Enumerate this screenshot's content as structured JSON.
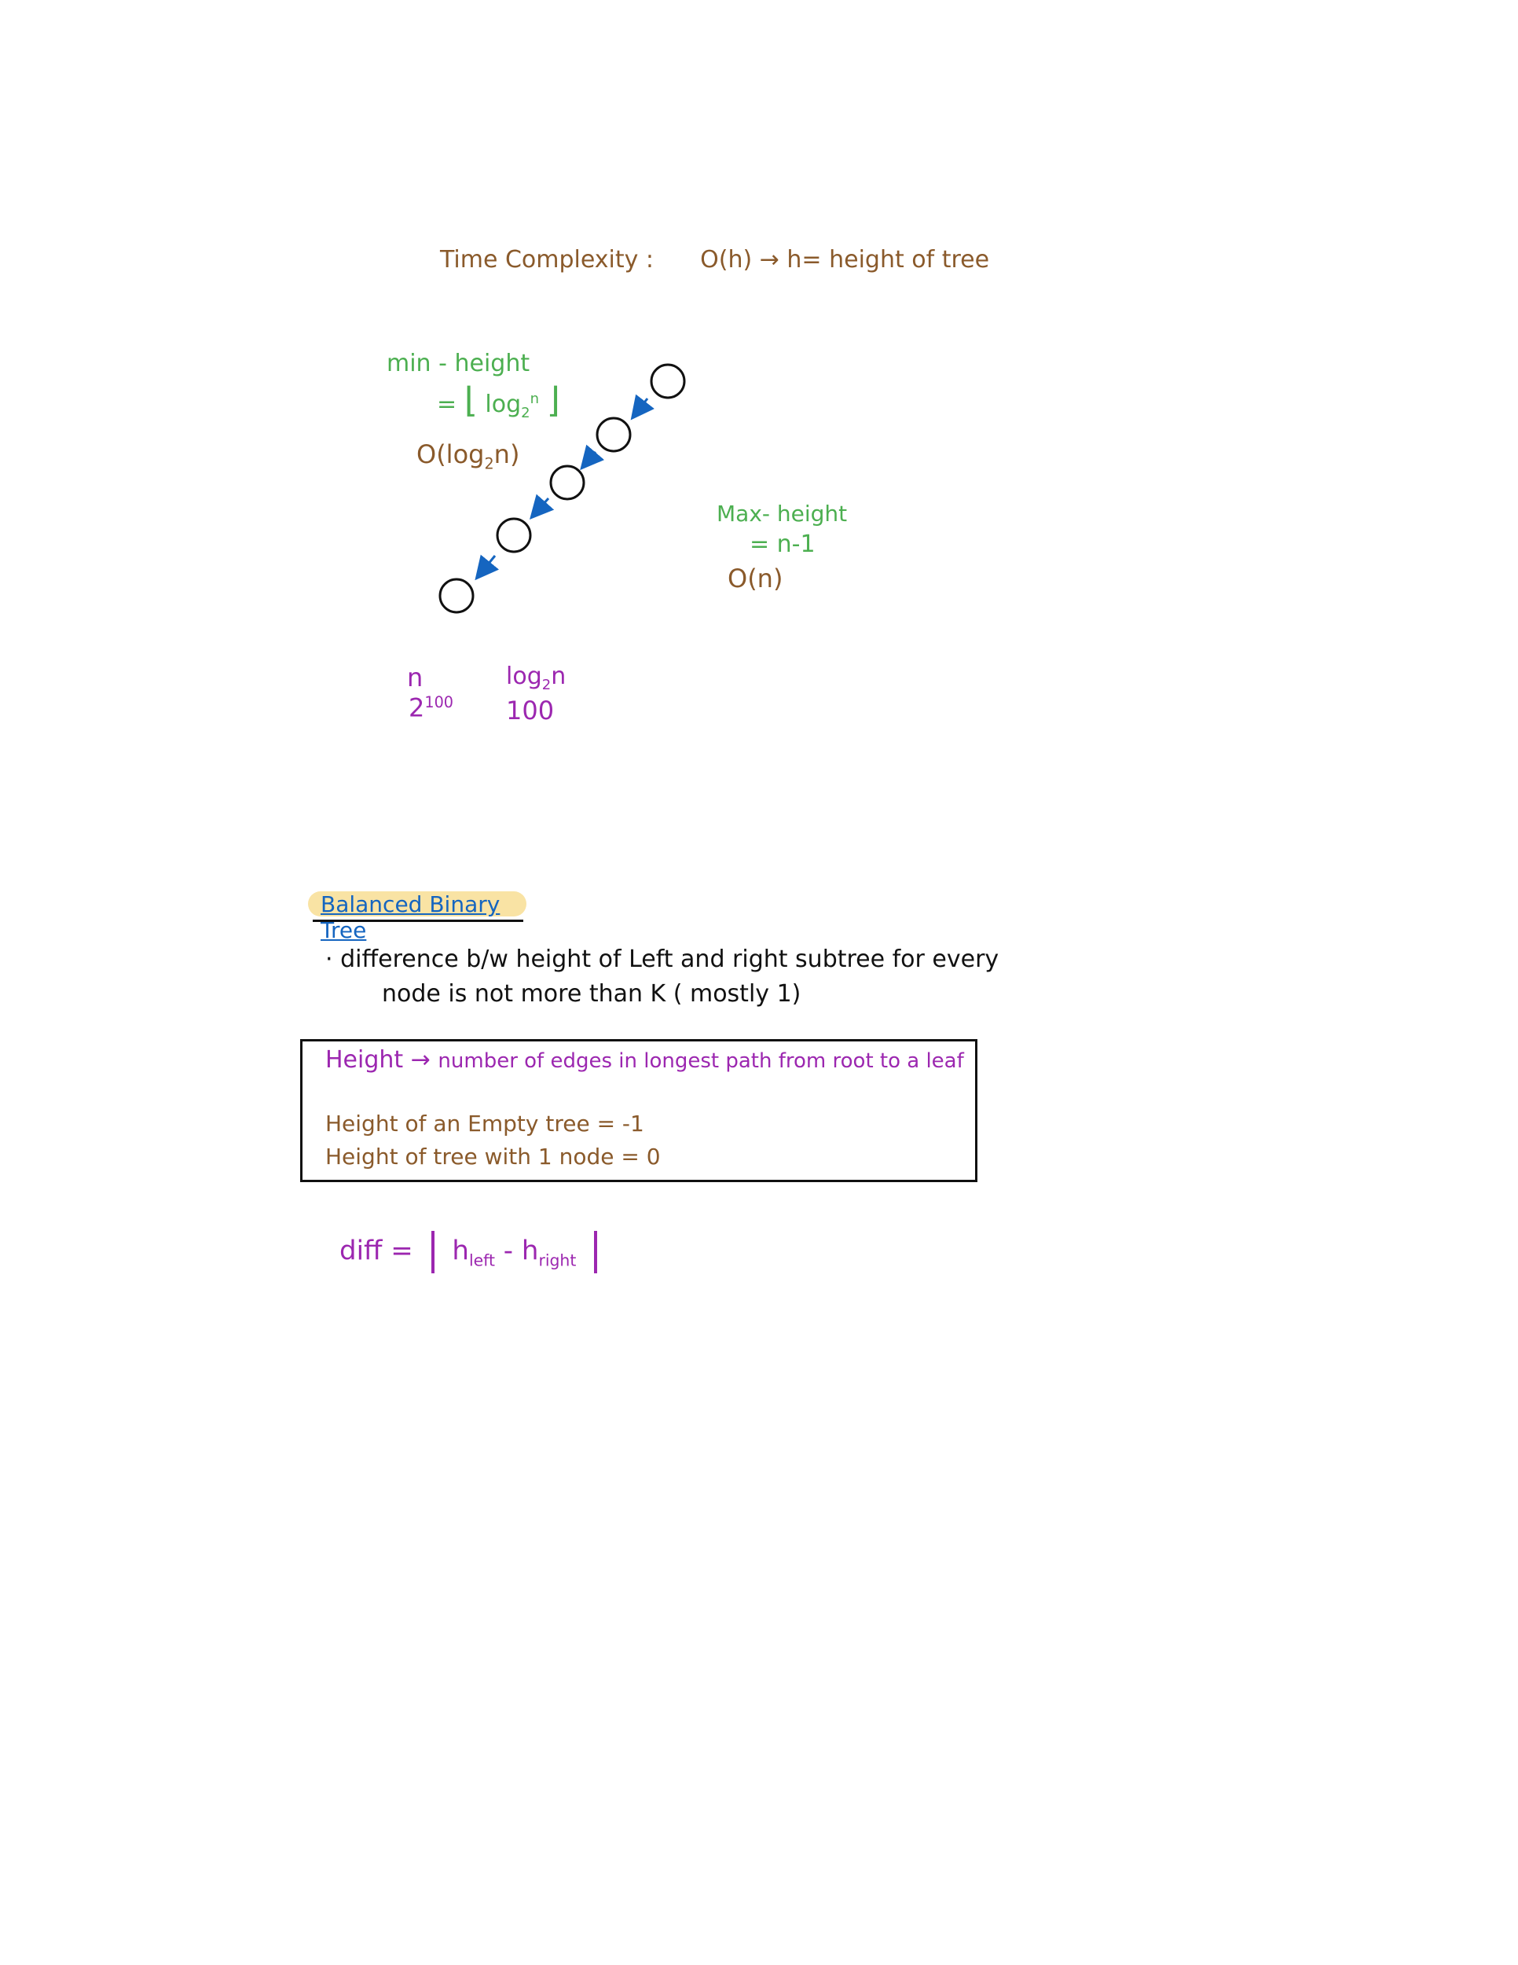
{
  "time_complexity": {
    "label": "Time Complexity :",
    "expr": "O(h)",
    "arrow": "→",
    "def": "h= height of tree"
  },
  "min_height": {
    "label": "min - height",
    "eq": "=",
    "floor_open": "⌊",
    "log": "log",
    "base": "2",
    "arg": "n",
    "floor_close": "⌋",
    "complexity_prefix": "O(log",
    "complexity_base": "2",
    "complexity_suffix": "n)"
  },
  "max_height": {
    "label": "Max- height",
    "value": "= n-1",
    "complexity": "O(n)"
  },
  "example": {
    "n_header": "n",
    "n_value_base": "2",
    "n_value_exp": "100",
    "log_header_prefix": "log",
    "log_header_base": "2",
    "log_header_suffix": "n",
    "log_value": "100"
  },
  "balanced": {
    "title": "Balanced Binary Tree",
    "bullet": "·",
    "line1": "difference b/w height of Left and right subtree for every",
    "line2": "node is not more than K ( mostly 1)"
  },
  "definition_box": {
    "height_label": "Height",
    "arrow": "→",
    "height_def": "number of  edges in longest path from root to a leaf",
    "empty_tree": "Height of an Empty tree = -1",
    "one_node": "Height of tree with 1 node = 0"
  },
  "diff": {
    "label": "diff =",
    "h_left": "h",
    "left_sub": "left",
    "minus": "-",
    "h_right": "h",
    "right_sub": "right"
  },
  "colors": {
    "brown": "#8a5a2b",
    "green": "#4caf50",
    "purple": "#9c27b0",
    "blue": "#1565c0",
    "highlight": "#f9e3a4"
  }
}
